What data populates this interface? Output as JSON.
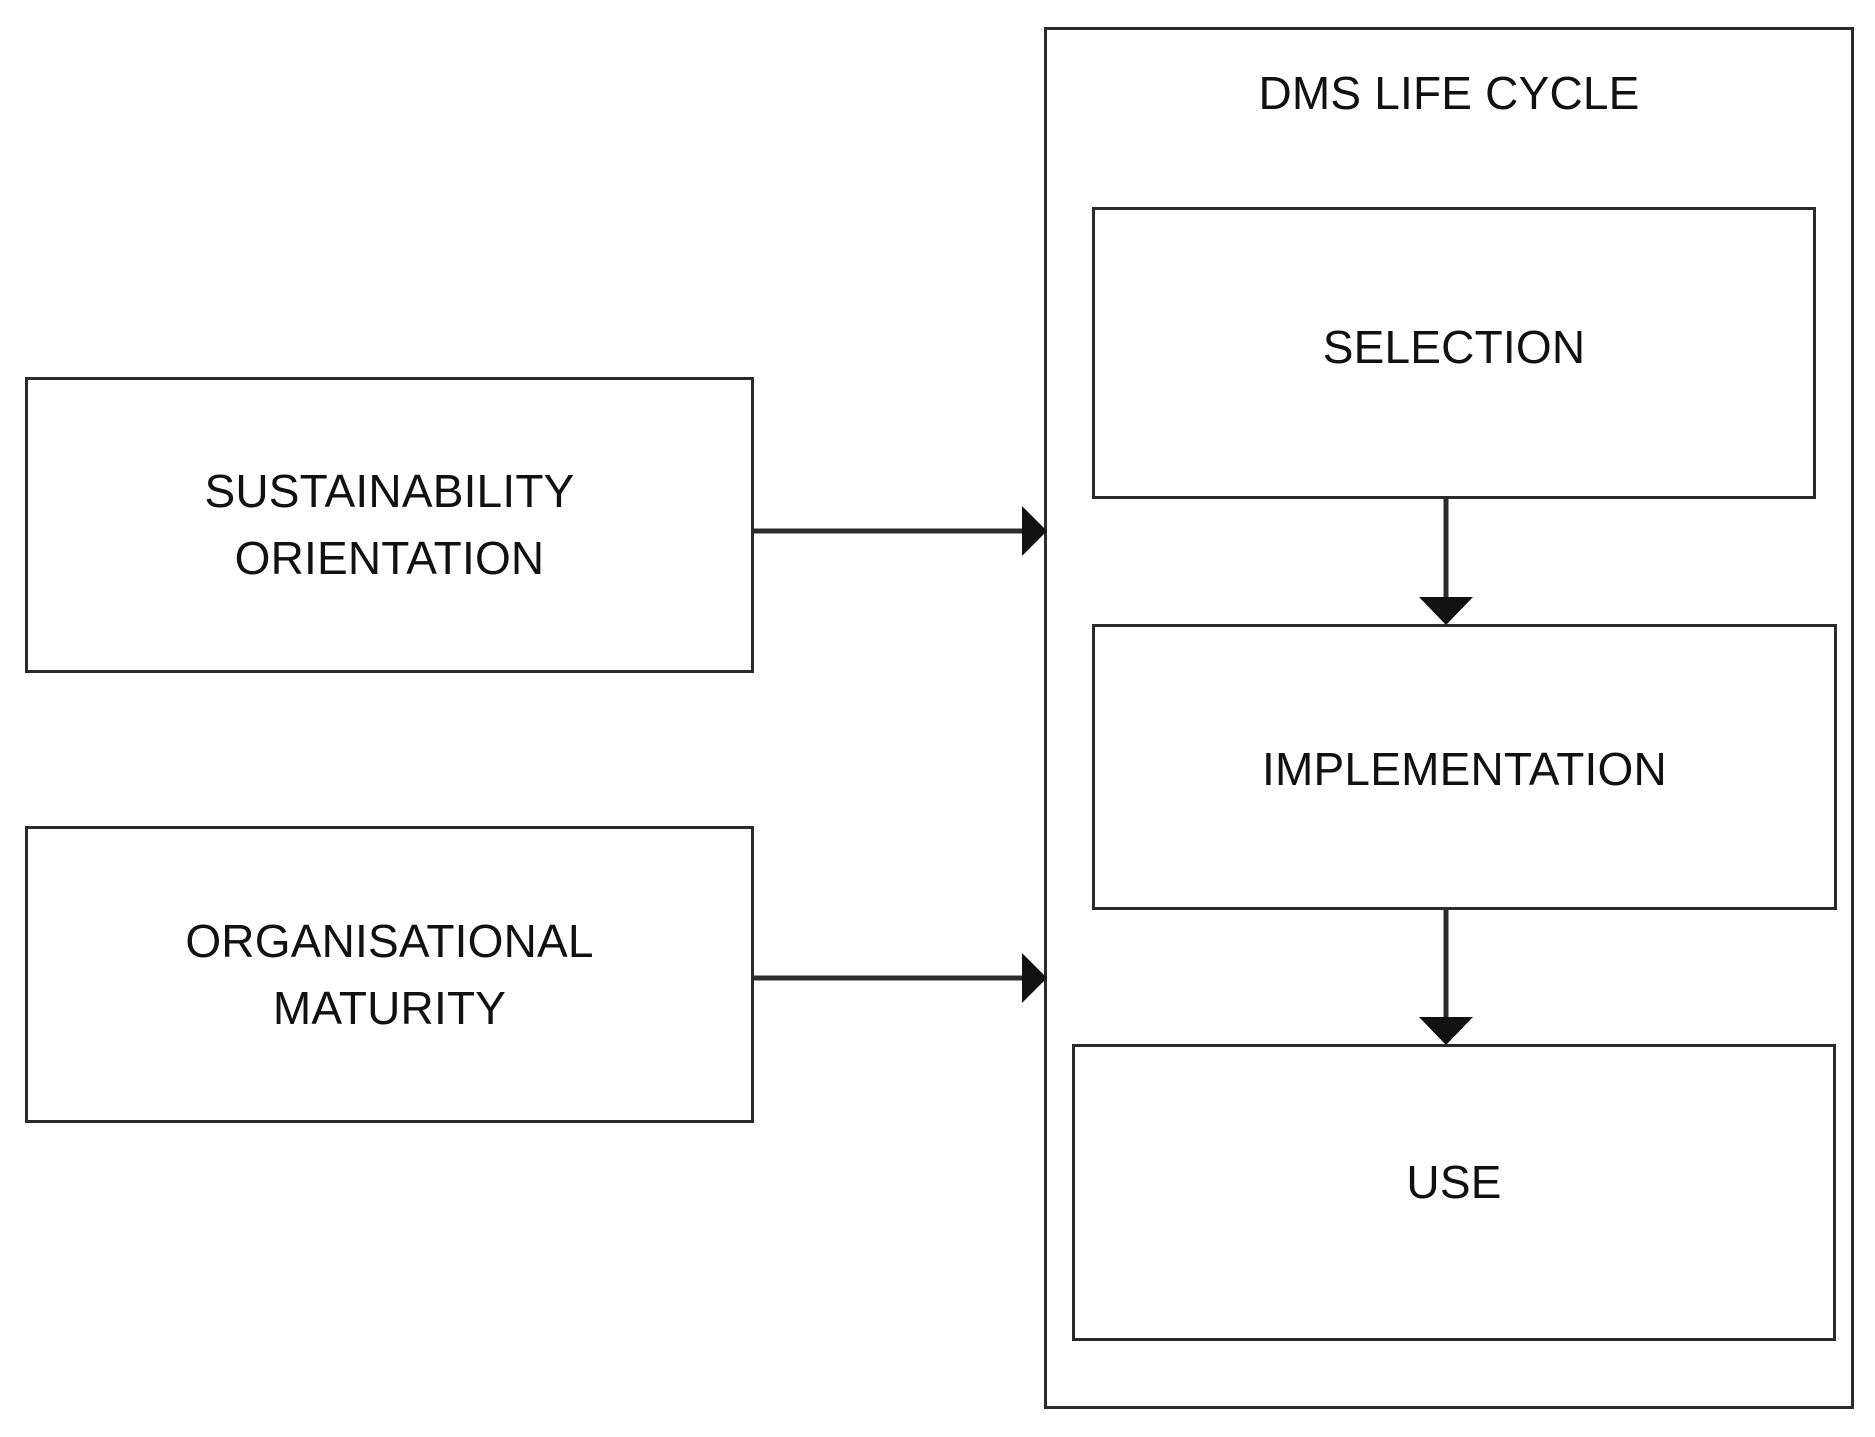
{
  "diagram": {
    "title": "DMS Life Cycle conceptual model",
    "background_color": "#ffffff",
    "line_color": "#2b2b2b",
    "text_color": "#111111"
  },
  "drivers": [
    {
      "id": "sustainability-orientation",
      "label": "SUSTAINABILITY\nORIENTATION"
    },
    {
      "id": "organisational-maturity",
      "label": "ORGANISATIONAL\nMATURITY"
    }
  ],
  "lifecycle": {
    "title": "DMS LIFE CYCLE",
    "stages": [
      {
        "id": "selection",
        "label": "SELECTION"
      },
      {
        "id": "implementation",
        "label": "IMPLEMENTATION"
      },
      {
        "id": "use",
        "label": "USE"
      }
    ]
  },
  "connectors": [
    {
      "id": "sustainability-to-lifecycle",
      "from": "sustainability-orientation",
      "to": "lifecycle",
      "direction": "right",
      "style": "solid-arrow"
    },
    {
      "id": "maturity-to-lifecycle",
      "from": "organisational-maturity",
      "to": "lifecycle",
      "direction": "right",
      "style": "solid-arrow"
    },
    {
      "id": "selection-to-implementation",
      "from": "selection",
      "to": "implementation",
      "direction": "down",
      "style": "solid-arrow"
    },
    {
      "id": "implementation-to-use",
      "from": "implementation",
      "to": "use",
      "direction": "down",
      "style": "solid-arrow"
    }
  ]
}
